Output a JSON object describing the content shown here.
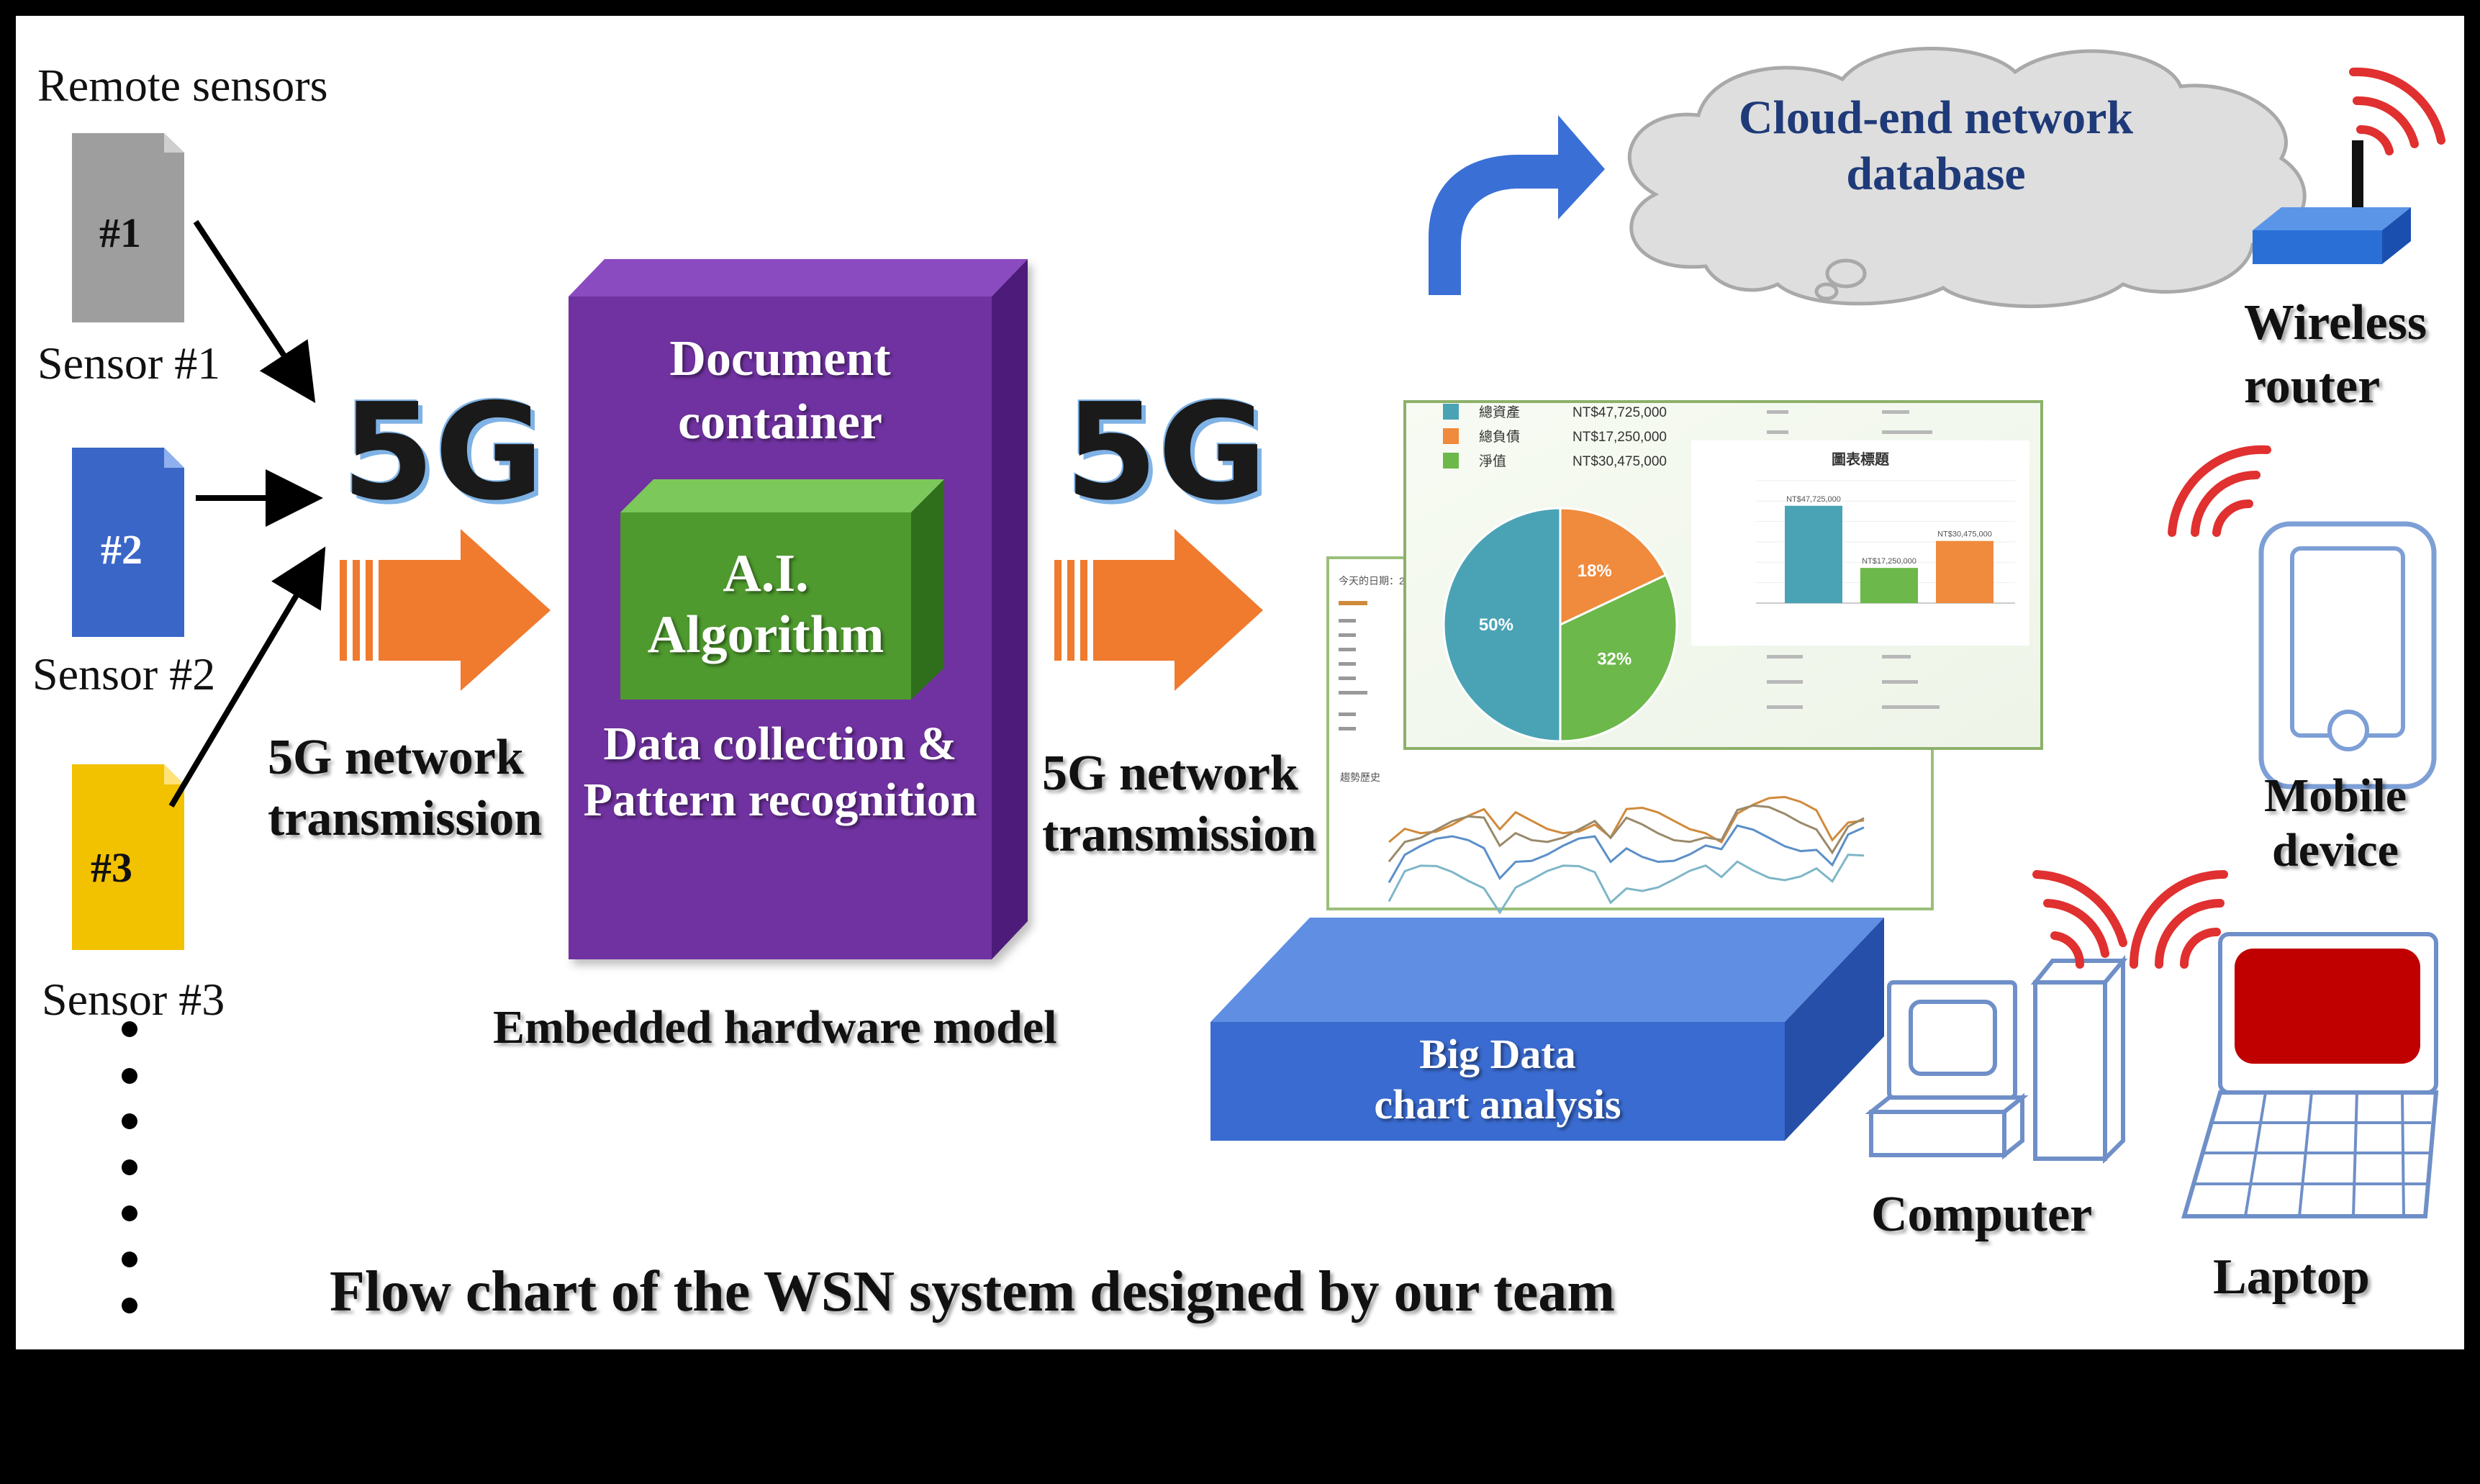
{
  "sensors": {
    "heading": "Remote sensors",
    "items": [
      {
        "number": "#1",
        "label": "Sensor #1",
        "color": "#9e9e9e"
      },
      {
        "number": "#2",
        "label": "Sensor #2",
        "color": "#3a66c8"
      },
      {
        "number": "#3",
        "label": "Sensor #3",
        "color": "#f2c100"
      }
    ]
  },
  "transmission": {
    "left_badge": "5G",
    "left_label_1": "5G network",
    "left_label_2": "transmission",
    "right_badge": "5G",
    "right_label_1": "5G network",
    "right_label_2": "transmission",
    "arrow_color": "#f07a2e"
  },
  "hardware": {
    "doc_line_1": "Document",
    "doc_line_2": "container",
    "ai_line_1": "A.I.",
    "ai_line_2": "Algorithm",
    "data_line_1": "Data collection &",
    "data_line_2": "Pattern recognition",
    "caption": "Embedded hardware model",
    "box_color": "#7030a0",
    "ai_color": "#4e9a2e"
  },
  "cloud": {
    "line_1": "Cloud-end network",
    "line_2": "database",
    "text_color": "#1f3a78"
  },
  "bigdata": {
    "line_1": "Big Data",
    "line_2": "chart analysis",
    "color": "#3a6bd0"
  },
  "dashboard": {
    "legend": [
      {
        "label": "總資產",
        "value": "NT$47,725,000",
        "color": "#4aa3b5"
      },
      {
        "label": "總負債",
        "value": "NT$17,250,000",
        "color": "#f08a3c"
      },
      {
        "label": "淨值",
        "value": "NT$30,475,000",
        "color": "#6cb84a"
      }
    ],
    "pie": [
      {
        "label": "50%",
        "value": 50,
        "color": "#4aa3b5"
      },
      {
        "label": "18%",
        "value": 18,
        "color": "#f08a3c"
      },
      {
        "label": "32%",
        "value": 32,
        "color": "#6cb84a"
      }
    ],
    "bar_title": "圖表標題",
    "bars": [
      {
        "value": 47725000,
        "label": "NT$47,725,000",
        "color": "#4aa3b5"
      },
      {
        "value": 17250000,
        "label": "NT$17,250,000",
        "color": "#6cb84a"
      },
      {
        "value": 30475000,
        "label": "NT$30,475,000",
        "color": "#f08a3c"
      }
    ],
    "bar_max": 60000000,
    "date_label": "今天的日期：2",
    "trend_title": "趨勢歷史"
  },
  "devices": {
    "router_line_1": "Wireless",
    "router_line_2": "router",
    "mobile_line_1": "Mobile",
    "mobile_line_2": "device",
    "computer": "Computer",
    "laptop": "Laptop",
    "signal_color": "#e03030",
    "router_color": "#2a6fd6",
    "laptop_screen_color": "#c00000"
  },
  "footer": {
    "title": "Flow chart of the WSN system designed by our team"
  }
}
